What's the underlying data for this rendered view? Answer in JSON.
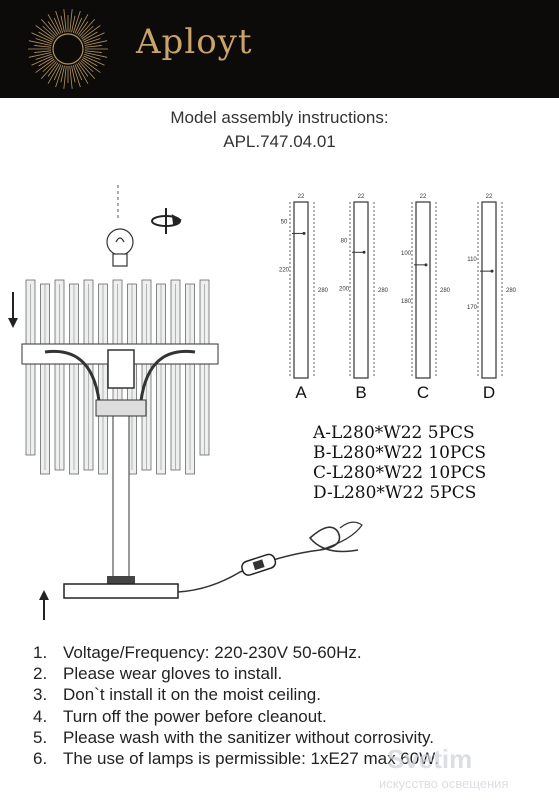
{
  "brand": {
    "name": "Aployt"
  },
  "title": {
    "line1": "Model assembly instructions:",
    "line2": "APL.747.04.01"
  },
  "rods": [
    {
      "letter": "A",
      "width": "22",
      "length": "280",
      "top": "50",
      "bottom": "220"
    },
    {
      "letter": "B",
      "width": "22",
      "length": "280",
      "top": "80",
      "bottom": "200"
    },
    {
      "letter": "C",
      "width": "22",
      "length": "280",
      "top": "100",
      "bottom": "180"
    },
    {
      "letter": "D",
      "width": "22",
      "length": "280",
      "top": "110",
      "bottom": "170"
    }
  ],
  "specs": [
    "A-L280*W22  5PCS",
    "B-L280*W22  10PCS",
    "C-L280*W22  10PCS",
    "D-L280*W22  5PCS"
  ],
  "instructions": [
    {
      "num": "1.",
      "text": "Voltage/Frequency: 220-230V 50-60Hz."
    },
    {
      "num": "2.",
      "text": "Please wear gloves to install."
    },
    {
      "num": "3.",
      "text": "Don`t install it on the moist ceiling."
    },
    {
      "num": "4.",
      "text": "Turn off the power before cleanout."
    },
    {
      "num": "5.",
      "text": "Please wash with the sanitizer without corrosivity."
    },
    {
      "num": "6.",
      "text": "The use of lamps is permissible: 1xE27 max 60W."
    }
  ],
  "colors": {
    "header_bg": "#0c0b0a",
    "brand_gold": "#c9a46a"
  }
}
